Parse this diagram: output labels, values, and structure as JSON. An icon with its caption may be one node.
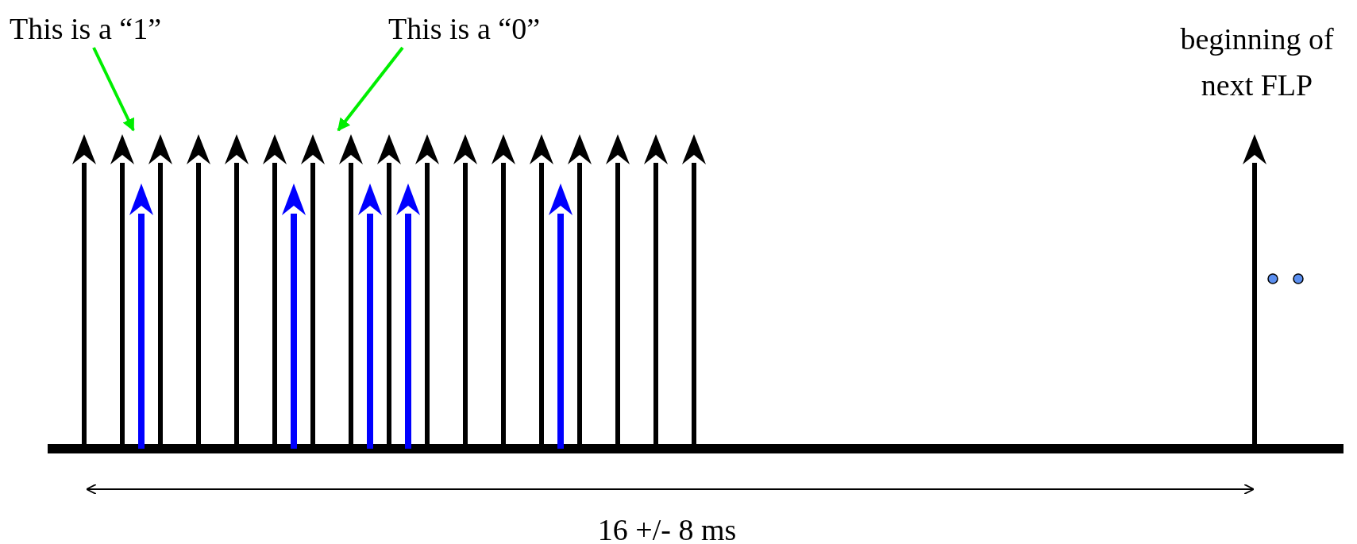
{
  "diagram": {
    "nodes": [
      {
        "text": [
          "This is a “1”"
        ]
      },
      {
        "text": [
          "This is a “0”"
        ]
      }
    ],
    "edges": [
      {
        "from": 0,
        "to": null,
        "arrow": "to",
        "color": "#00ee00"
      },
      {
        "from": 1,
        "to": null,
        "arrow": "to",
        "color": "#00ee00"
      }
    ],
    "labels": [
      "beginning of next FLP",
      "16 +/- 8 ms"
    ]
  }
}
